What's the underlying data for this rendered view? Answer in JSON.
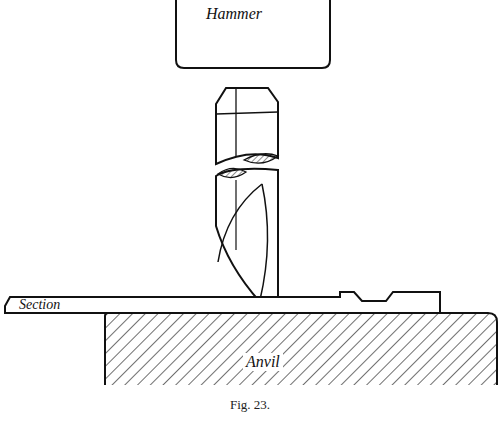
{
  "diagram": {
    "caption": "Fig. 23.",
    "nodes": [
      {
        "text": [
          "Hammer"
        ]
      },
      {
        "text": [
          "Section"
        ]
      },
      {
        "text": [
          "Anvil"
        ]
      }
    ]
  }
}
